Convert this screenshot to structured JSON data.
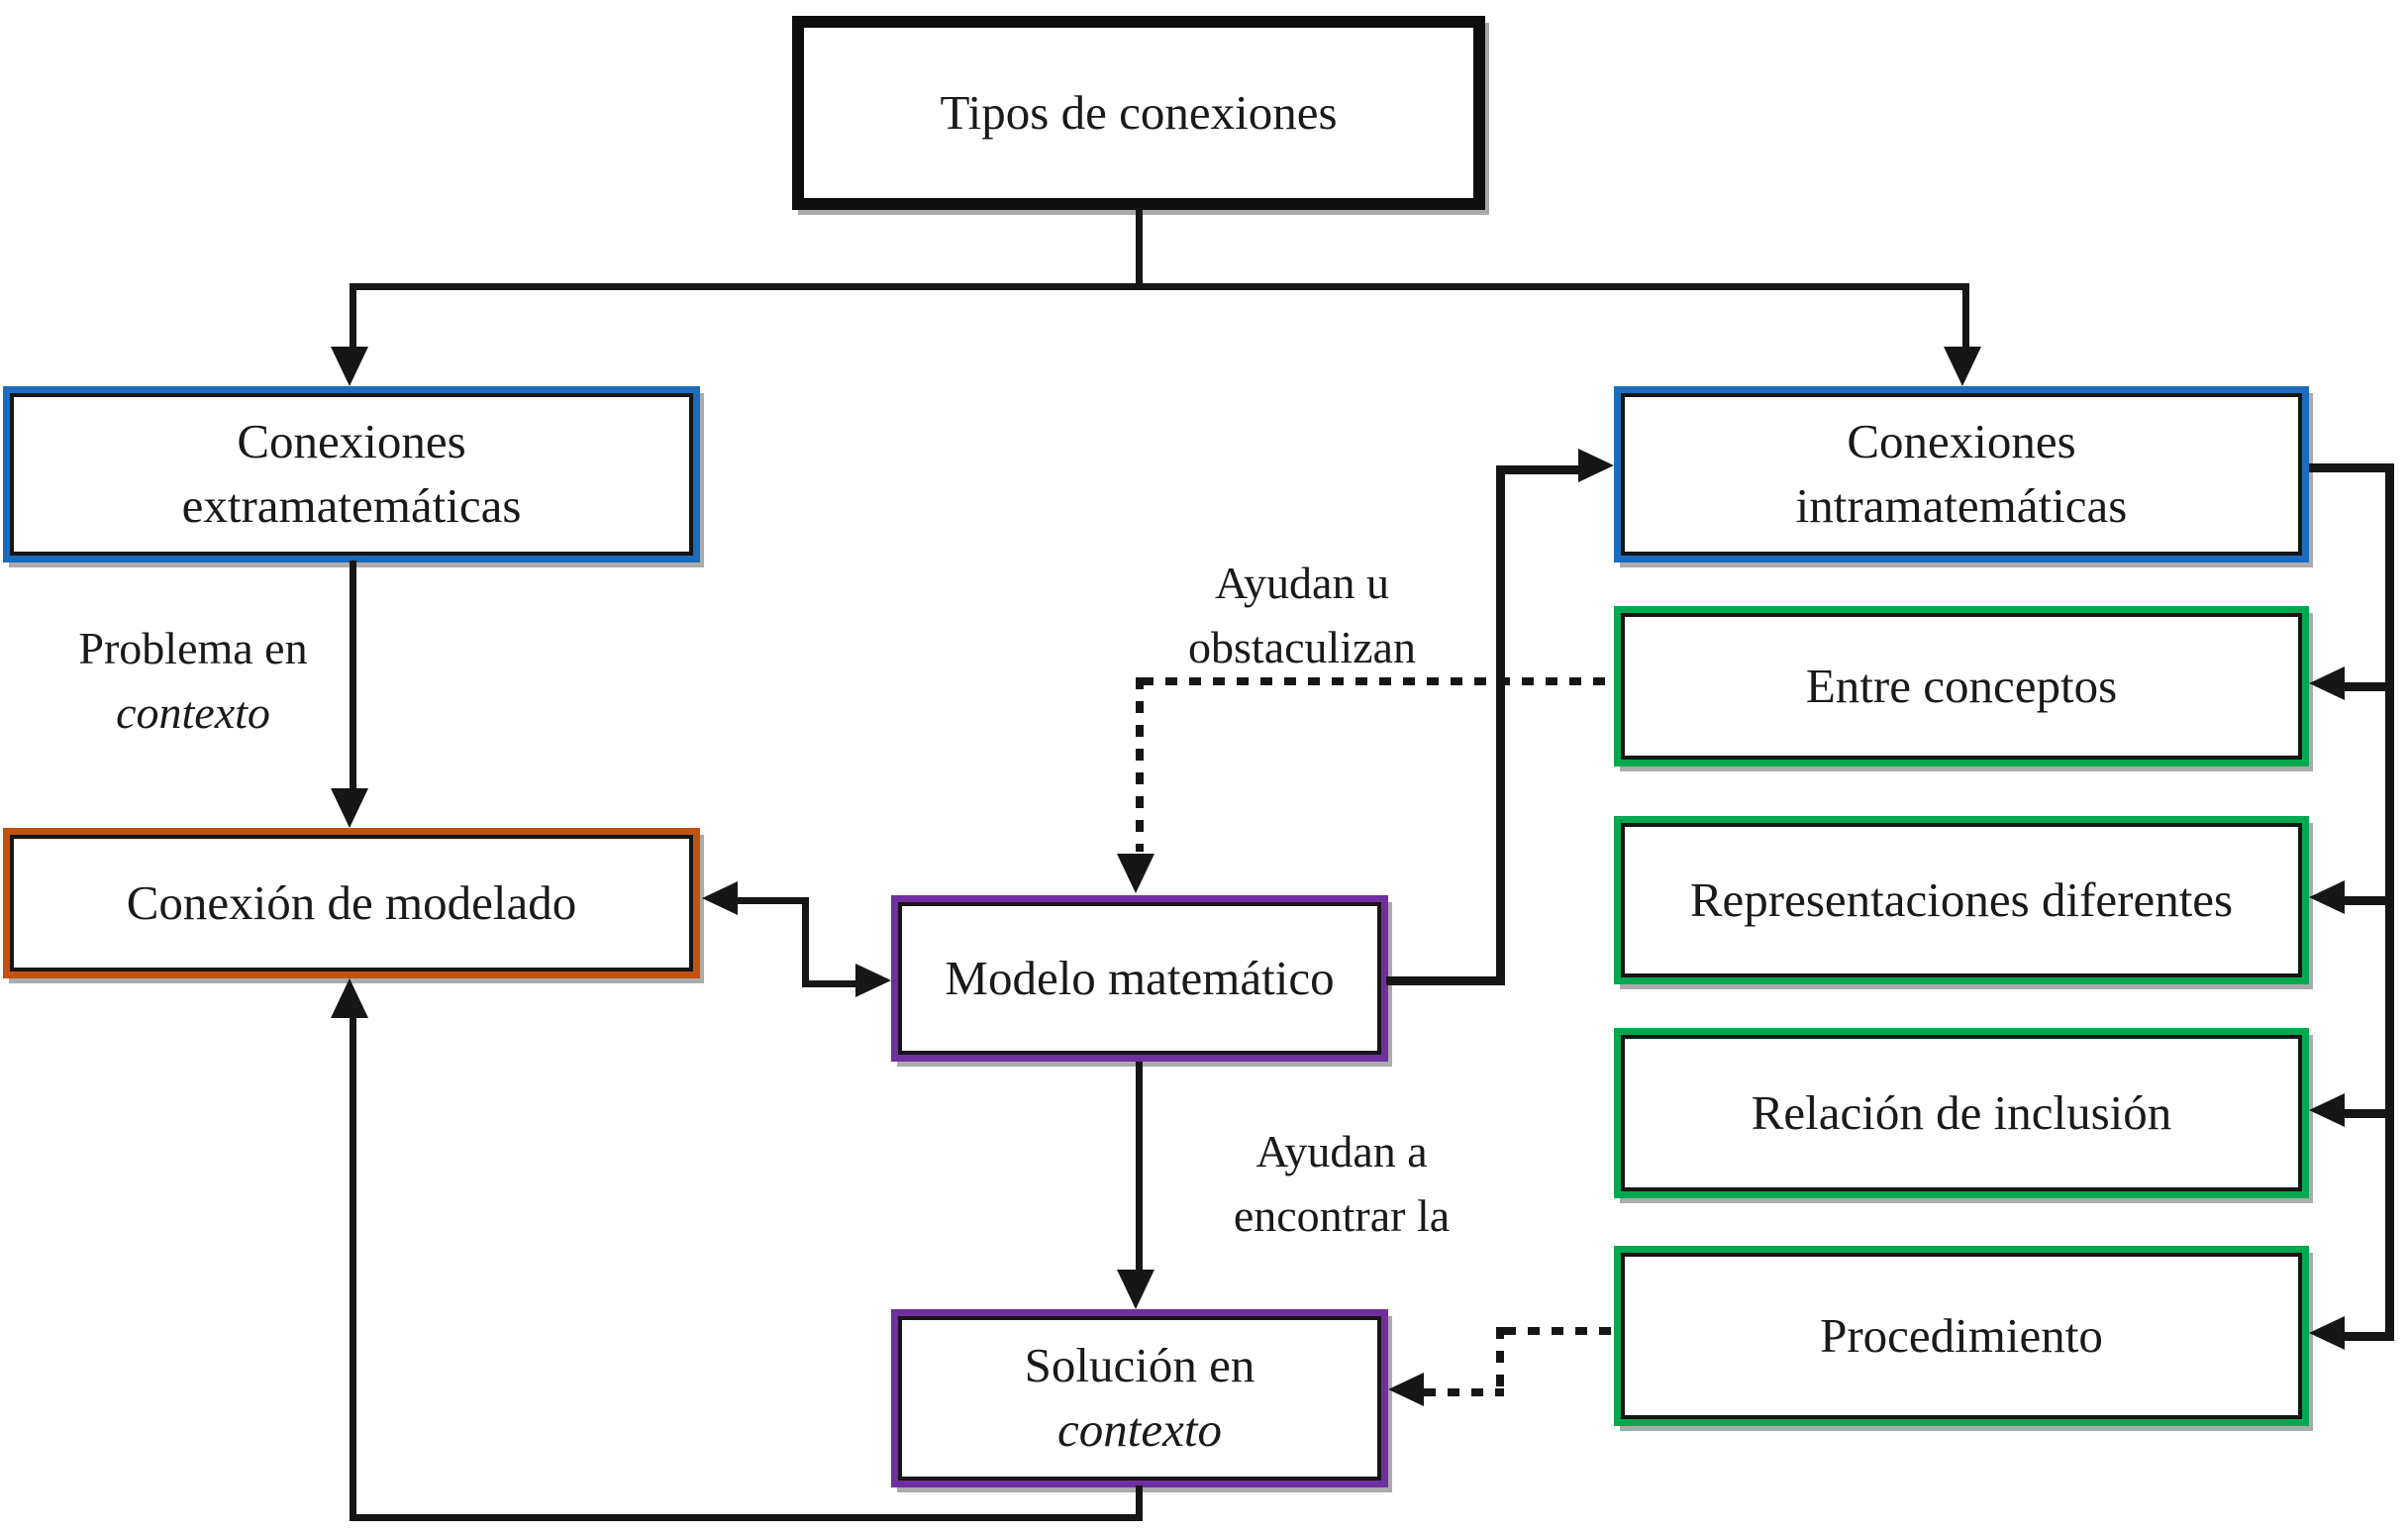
{
  "boxes": {
    "tipos": {
      "label": "Tipos de conexiones"
    },
    "extramatematicas": {
      "line1": "Conexiones",
      "line2": "extramatemáticas"
    },
    "intramatematicas": {
      "line1": "Conexiones",
      "line2": "intramatemáticas"
    },
    "modelado": {
      "label": "Conexión de modelado"
    },
    "modelo": {
      "label": "Modelo matemático"
    },
    "solucion": {
      "line1": "Solución en",
      "line2_italic": "contexto"
    },
    "entre_conceptos": {
      "label": "Entre conceptos"
    },
    "representaciones": {
      "label": "Representaciones diferentes"
    },
    "relacion_inclusion": {
      "label": "Relación de inclusión"
    },
    "procedimiento": {
      "label": "Procedimiento"
    }
  },
  "edge_labels": {
    "problema": {
      "line1": "Problema en",
      "line2_italic": "contexto"
    },
    "ayudan_obstaculizan": {
      "line1": "Ayudan u",
      "line2": "obstaculizan"
    },
    "ayudan_encontrar": {
      "line1": "Ayudan a",
      "line2": "encontrar la"
    }
  },
  "colors": {
    "blue": "#1b6cbe",
    "green": "#00a850",
    "purple": "#702fa0",
    "orange": "#c05310",
    "line": "#161616"
  }
}
